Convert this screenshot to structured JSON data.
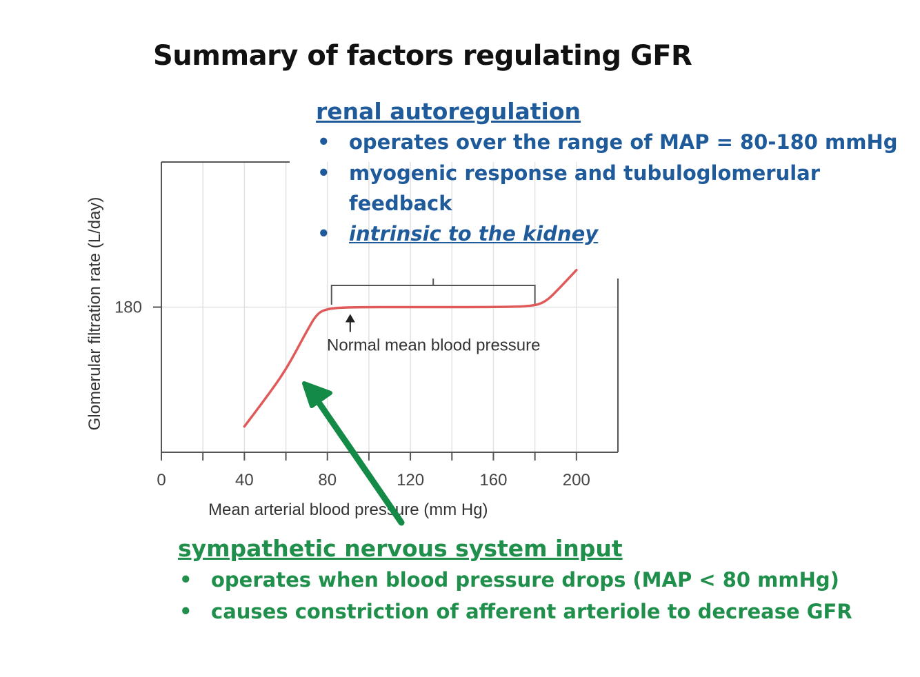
{
  "slide": {
    "title": "Summary of factors regulating GFR"
  },
  "autoregulation": {
    "heading": "renal autoregulation",
    "bullets": [
      "operates over the range of MAP = 80-180 mmHg",
      "myogenic response and tubuloglomerular feedback",
      "intrinsic to the kidney"
    ],
    "color": "#1f5a9a"
  },
  "sympathetic": {
    "heading": "sympathetic nervous system input",
    "bullets": [
      "operates when blood pressure drops (MAP < 80 mmHg)",
      "causes constriction of afferent arteriole to decrease GFR"
    ],
    "color": "#1f8f4b"
  },
  "chart_data": {
    "type": "line",
    "xlabel": "Mean arterial blood pressure (mm Hg)",
    "ylabel": "Glomerular filtration rate (L/day)",
    "xlim": [
      0,
      220
    ],
    "ylim": [
      0,
      360
    ],
    "x_ticks": [
      0,
      40,
      80,
      120,
      160,
      200
    ],
    "y_ticks": [
      180
    ],
    "grid": true,
    "series": [
      {
        "color": "#e05a5a",
        "points": [
          [
            40,
            32
          ],
          [
            50,
            66
          ],
          [
            60,
            102
          ],
          [
            70,
            150
          ],
          [
            75,
            172
          ],
          [
            80,
            178
          ],
          [
            90,
            180
          ],
          [
            120,
            180
          ],
          [
            160,
            180
          ],
          [
            178,
            181
          ],
          [
            185,
            186
          ],
          [
            192,
            204
          ],
          [
            200,
            226
          ]
        ]
      }
    ],
    "annotations": [
      {
        "text": "Normal mean blood pressure",
        "x": 91,
        "y": 180
      }
    ],
    "bracket": {
      "from": 82,
      "to": 180
    },
    "arrow": {
      "color": "#138a45"
    }
  }
}
